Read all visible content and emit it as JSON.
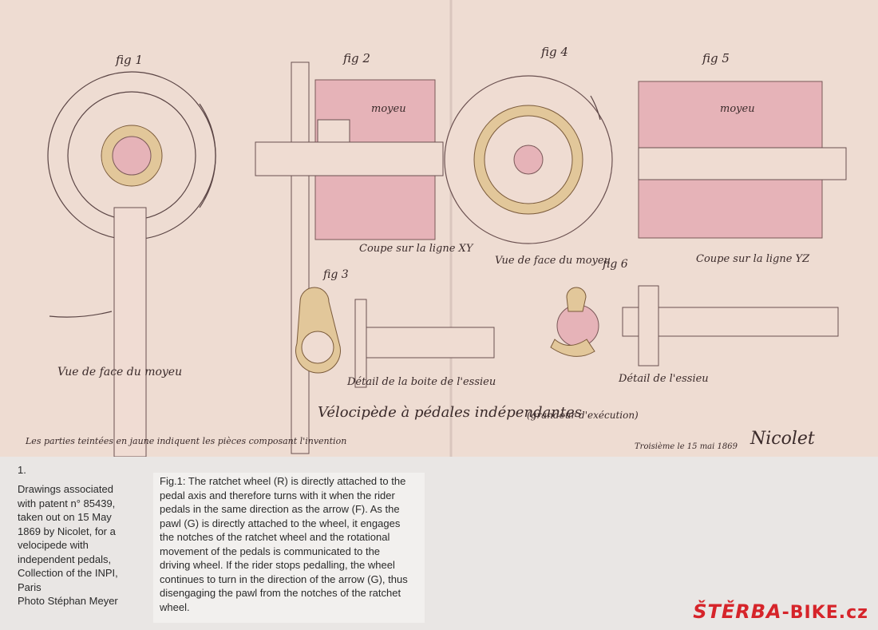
{
  "plate": {
    "fig1": "fig 1",
    "fig2": "fig 2",
    "fig3": "fig 3",
    "fig4": "fig 4",
    "fig5": "fig 5",
    "fig6": "fig 6",
    "moyeu": "moyeu",
    "coupe_xy": "Coupe sur la ligne XY",
    "vue_face_moyeu": "Vue de face du moyeu",
    "coupe_yz": "Coupe sur la ligne YZ",
    "vue_face_bottom": "Vue de face du moyeu",
    "detail_boite": "Détail de la boite de l'essieu",
    "detail_essieu": "Détail de l'essieu",
    "title": "Vélocipède à pédales indépendantes",
    "title_note": "(grandeur d'exécution)",
    "bottom_note": "Les parties teintées en jaune indiquent les pièces composant l'invention",
    "date": "Troisième le 15 mai 1869",
    "signature": "Nicolet"
  },
  "caption": {
    "number": "1.",
    "left_lines": [
      "Drawings associated",
      "with patent n° 85439,",
      "taken out on 15 May",
      "1869 by Nicolet, for a",
      "velocipede with",
      "independent pedals,",
      "Collection of the INPI,",
      "Paris",
      "Photo Stéphan Meyer"
    ],
    "right_lines": [
      "Fig.1: The ratchet wheel (R) is directly attached to the",
      "pedal axis and therefore turns with it when the rider",
      "pedals in the same direction as the arrow (F). As the",
      "pawl (G) is directly attached to the wheel, it engages",
      "the notches of the ratchet wheel and the rotational",
      "movement of the pedals is communicated to the",
      "driving wheel. If the rider stops pedalling, the wheel",
      "continues to turn in the direction of the arrow (G), thus",
      "disengaging the pawl from the notches of the ratchet",
      "wheel."
    ]
  },
  "watermark": {
    "brand": "ŠTĚRBA",
    "suffix": "-BIKE.cz"
  }
}
